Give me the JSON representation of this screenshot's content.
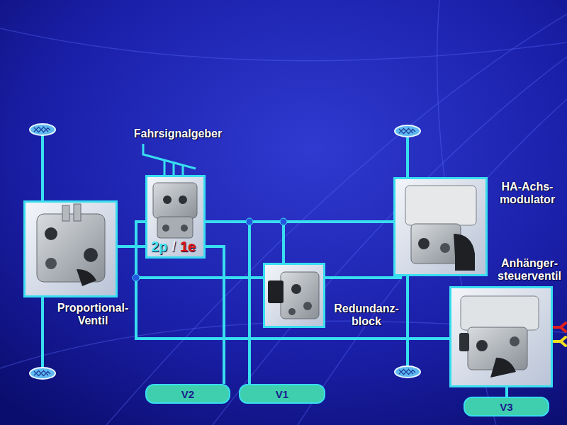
{
  "diagram": {
    "nodes": [
      {
        "text": [
          "Proportional- Ventil"
        ]
      },
      {
        "text": [
          "Fahrsignalgeber",
          "2p",
          "/",
          "1e"
        ]
      },
      {
        "text": [
          "Redundanz- block"
        ]
      },
      {
        "text": [
          "HA-Achs- modulator"
        ]
      },
      {
        "text": [
          "Anhänger- steuerventil"
        ]
      },
      {
        "text": [
          "V2"
        ]
      },
      {
        "text": [
          "V1"
        ]
      },
      {
        "text": [
          "V3"
        ]
      }
    ],
    "edges": [
      {
        "from": 0,
        "to": 1,
        "arrow": "none"
      },
      {
        "from": 1,
        "to": 5,
        "arrow": "none"
      },
      {
        "from": 1,
        "to": 3,
        "arrow": "none"
      },
      {
        "from": 6,
        "to": 1,
        "arrow": "none"
      },
      {
        "from": 2,
        "to": 1,
        "arrow": "none"
      },
      {
        "from": 2,
        "to": 3,
        "arrow": "none"
      },
      {
        "from": 1,
        "to": 4,
        "arrow": "none"
      },
      {
        "from": 1,
        "to": 2,
        "arrow": "none"
      },
      {
        "from": 7,
        "to": 4,
        "arrow": "none"
      }
    ]
  }
}
